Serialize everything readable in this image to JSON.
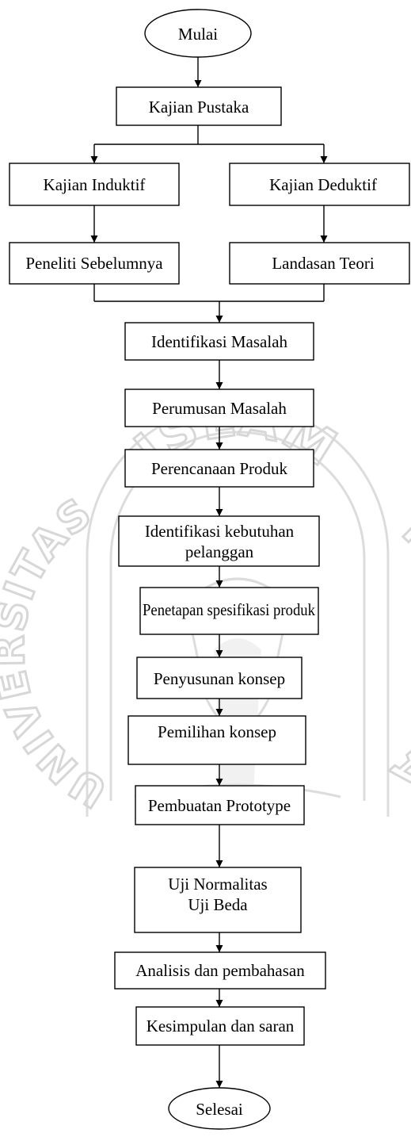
{
  "nodes": {
    "start": "Mulai",
    "kajian_pustaka": "Kajian Pustaka",
    "kajian_induktif": "Kajian Induktif",
    "kajian_deduktif": "Kajian Deduktif",
    "peneliti_sebelumnya": "Peneliti Sebelumnya",
    "landasan_teori": "Landasan Teori",
    "identifikasi_masalah": "Identifikasi Masalah",
    "perumusan_masalah": "Perumusan Masalah",
    "perencanaan_produk": "Perencanaan Produk",
    "identifikasi_kebutuhan_line1": "Identifikasi kebutuhan",
    "identifikasi_kebutuhan_line2": "pelanggan",
    "penetapan_spesifikasi": "Penetapan spesifikasi produk",
    "penyusunan_konsep": "Penyusunan konsep",
    "pemilihan_konsep": "Pemilihan konsep",
    "pembuatan_prototype": "Pembuatan Prototype",
    "uji_line1": "Uji Normalitas",
    "uji_line2": "Uji Beda",
    "analisis": "Analisis dan pembahasan",
    "kesimpulan": "Kesimpulan dan saran",
    "end": "Selesai"
  },
  "watermark": {
    "top_text": "ISLAM",
    "left_text": "UNIVERSITAS",
    "right_text": "INDONESIA"
  },
  "colors": {
    "stroke": "#000000",
    "watermark": "#d9d9d9"
  }
}
